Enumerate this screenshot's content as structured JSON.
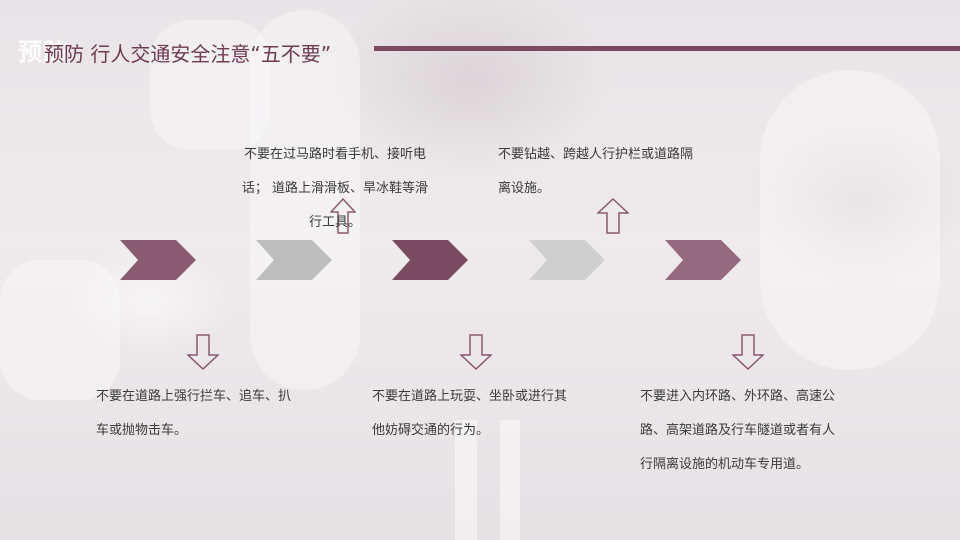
{
  "header": {
    "ghost_text": "预防",
    "title": "预防 行人交通安全注意“五不要”"
  },
  "colors": {
    "accent_dark": "#7a4a60",
    "chevron_plum": "#8a5a70",
    "chevron_grey": "#c2c2c2",
    "text": "#3a3a3a"
  },
  "icons": {
    "arrow_up": "hollow-arrow-up-icon",
    "arrow_down": "hollow-arrow-down-icon",
    "chevron": "chevron-right-icon"
  },
  "rules": {
    "up": [
      {
        "lines": [
          "不要在过马路时看手机、接听电",
          "话；  道路上滑滑板、旱冰鞋等滑",
          "行工具。"
        ]
      },
      {
        "lines": [
          "不要钻越、跨越人行护栏或道路隔",
          "离设施。"
        ]
      }
    ],
    "down": [
      {
        "lines": [
          "不要在道路上强行拦车、追车、扒",
          "车或抛物击车。"
        ]
      },
      {
        "lines": [
          "不要在道路上玩耍、坐卧或进行其",
          "他妨碍交通的行为。"
        ]
      },
      {
        "lines": [
          "不要进入内环路、外环路、高速公",
          "路、高架道路及行车隧道或者有人",
          "行隔离设施的机动车专用道。"
        ]
      }
    ]
  }
}
